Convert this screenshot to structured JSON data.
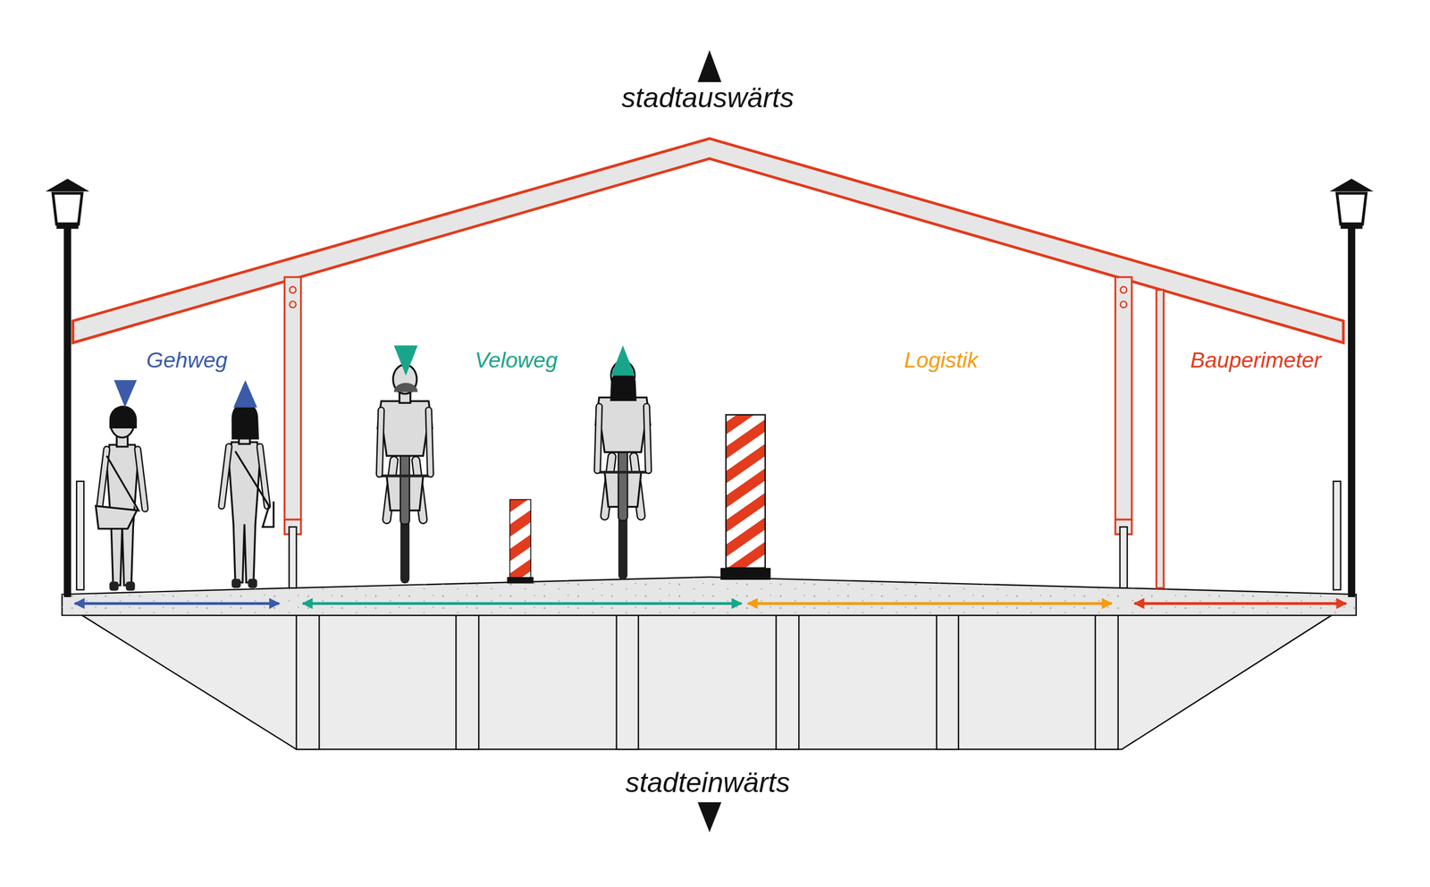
{
  "diagram": {
    "labels": [
      "stadtauswärts",
      "Gehweg",
      "Veloweg",
      "Logistik",
      "Bauperimeter",
      "stadteinwärts"
    ]
  }
}
